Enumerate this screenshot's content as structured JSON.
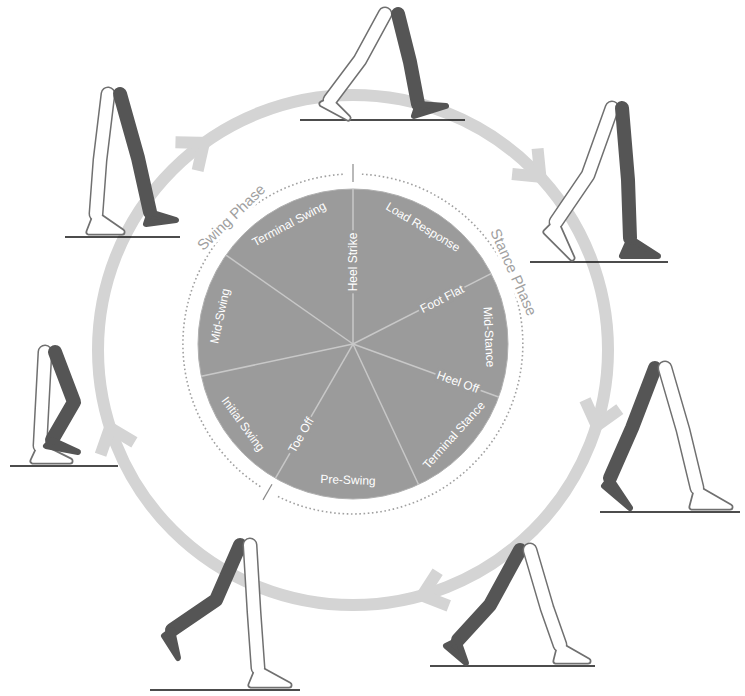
{
  "diagram": {
    "nodes": [
      {
        "text": [
          "Terminal Swing",
          "Load Response",
          "Heel Strike",
          "Foot Flat",
          "Mid-Stance",
          "Heel Off",
          "Terminal Stance",
          "Pre-Swing",
          "Toe Off",
          "Initial Swing",
          "Mid-Swing"
        ]
      }
    ],
    "labels": [
      "Swing Phase",
      "Stance Phase"
    ]
  }
}
